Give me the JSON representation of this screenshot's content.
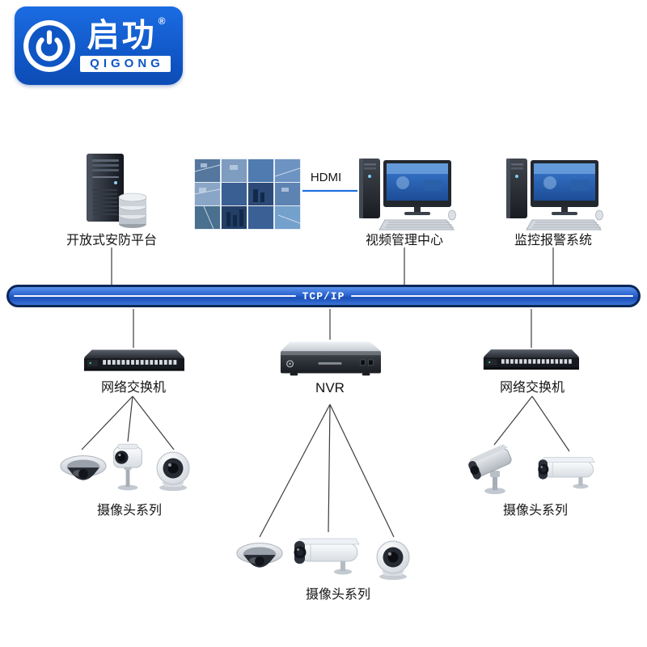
{
  "logo": {
    "brand": "启功",
    "registered": "®",
    "subtitle": "QIGONG",
    "brand_blue": "#0f55c4"
  },
  "diagram": {
    "hdmi_label": "HDMI",
    "bus": {
      "label": "TCP/IP",
      "fill": "#2a63cf",
      "border": "#0d2757"
    },
    "top_nodes": [
      {
        "id": "security-platform",
        "label": "开放式安防平台",
        "icon": "server-tower"
      },
      {
        "id": "video-management-center",
        "label": "视频管理中心",
        "icon": "desktop-computer"
      },
      {
        "id": "monitor-alarm-system",
        "label": "监控报警系统",
        "icon": "desktop-computer"
      }
    ],
    "video_wall": {
      "icon": "video-wall"
    },
    "mid_nodes": [
      {
        "id": "switch-left",
        "label": "网络交换机",
        "icon": "network-switch"
      },
      {
        "id": "nvr",
        "label": "NVR",
        "icon": "nvr-recorder"
      },
      {
        "id": "switch-right",
        "label": "网络交换机",
        "icon": "network-switch"
      }
    ],
    "camera_groups": [
      {
        "id": "cameras-left",
        "label": "摄像头系列",
        "icons": [
          "dome-camera",
          "ptz-camera",
          "turret-camera"
        ]
      },
      {
        "id": "cameras-middle",
        "label": "摄像头系列",
        "icons": [
          "dome-camera",
          "bullet-camera",
          "turret-camera"
        ]
      },
      {
        "id": "cameras-right",
        "label": "摄像头系列",
        "icons": [
          "bracket-camera",
          "bullet-camera"
        ]
      }
    ],
    "colors": {
      "connector": "#3d3d3d",
      "hdmi_line": "#1f6fe0"
    }
  }
}
